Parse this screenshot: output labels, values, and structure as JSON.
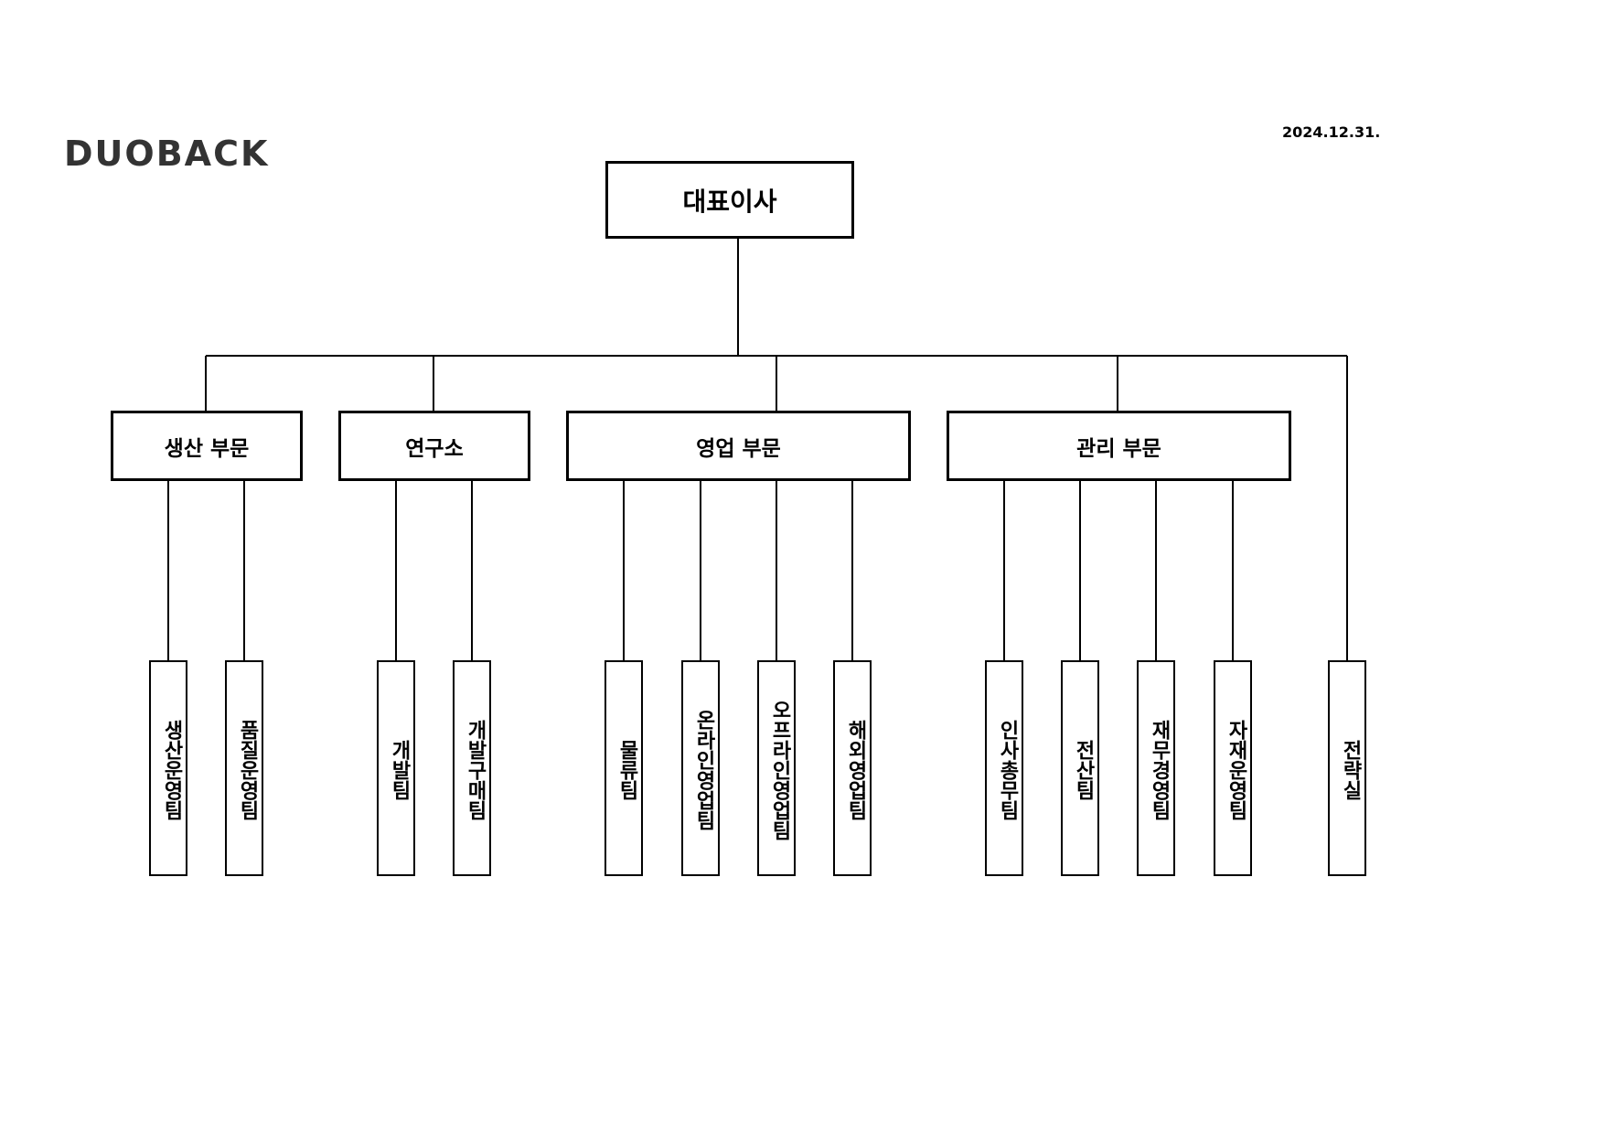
{
  "header": {
    "logo": "DUOBACK",
    "date": "2024.12.31."
  },
  "org": {
    "ceo": "대표이사",
    "divisions": [
      {
        "label": "생산 부문",
        "teams": [
          "생산운영팀",
          "품질운영팀"
        ]
      },
      {
        "label": "연구소",
        "teams": [
          "개발팀",
          "개발구매팀"
        ]
      },
      {
        "label": "영업 부문",
        "teams": [
          "물류팀",
          "온라인영업팀",
          "오프라인영업팀",
          "해외영업팀"
        ]
      },
      {
        "label": "관리 부문",
        "teams": [
          "인사총무팀",
          "전산팀",
          "재무경영팀",
          "자재운영팀"
        ]
      }
    ],
    "direct_units": [
      "전략실"
    ]
  }
}
